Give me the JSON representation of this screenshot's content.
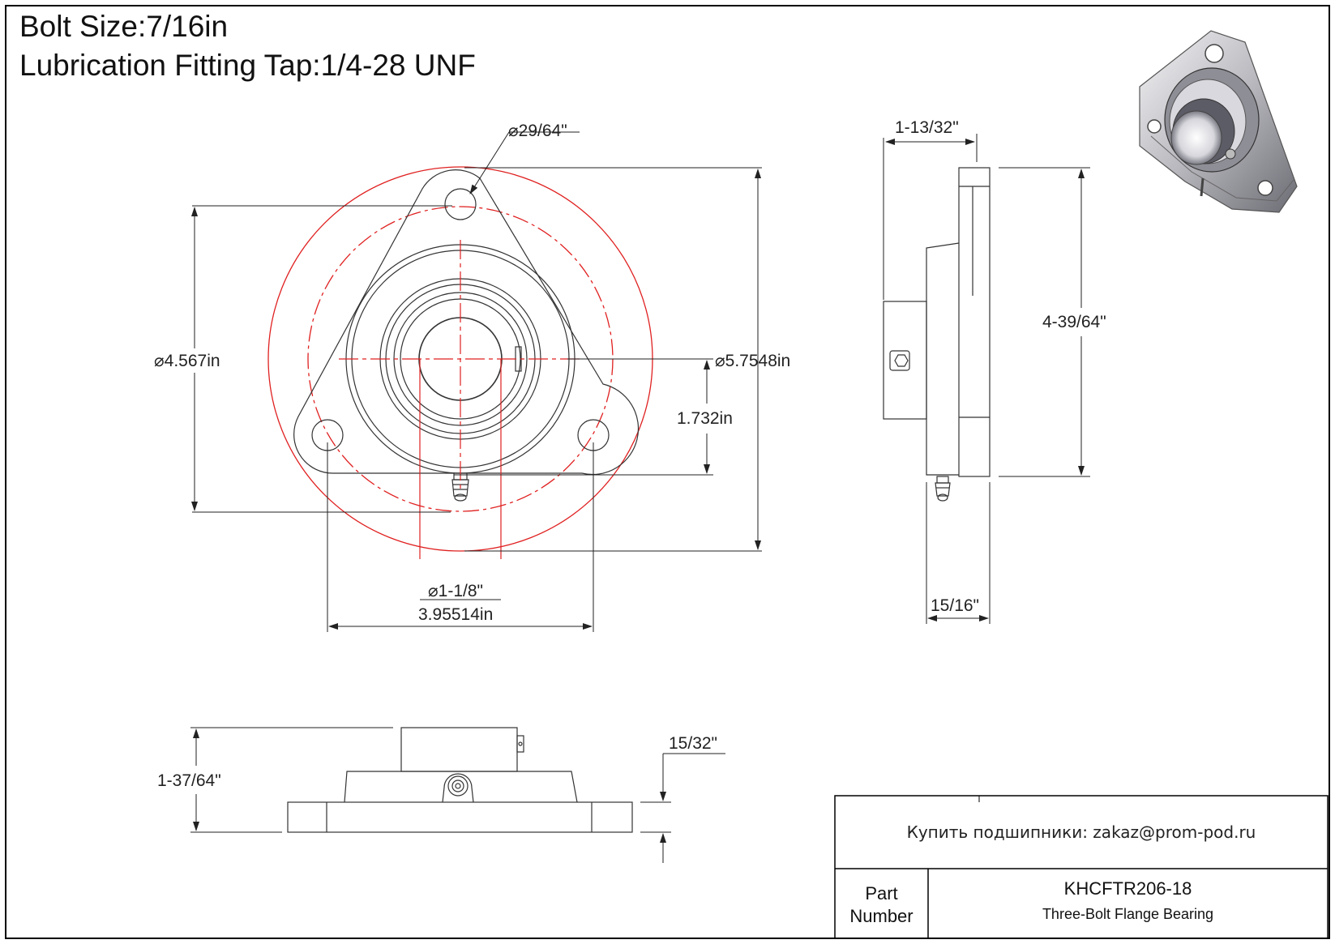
{
  "header": {
    "bolt_size": "Bolt Size:7/16in",
    "lube_tap": "Lubrication Fitting Tap:1/4-28 UNF"
  },
  "front_view": {
    "bolt_hole_dia": "29/64\"",
    "bolt_circle_dia": "4.567in",
    "outer_dia": "5.7548in",
    "center_height": "1.732in",
    "bore_dia": "1-1/8\"",
    "hole_spacing": "3.95514in"
  },
  "side_view": {
    "depth": "1-13/32\"",
    "height": "4-39/64\"",
    "flange_depth": "15/16\""
  },
  "bottom_view": {
    "height": "1-37/64\"",
    "flange_thickness": "15/32\""
  },
  "diameter_symbol": "⌀",
  "title_block": {
    "contact": "Купить подшипники: zakaz@prom-pod.ru",
    "part_label_1": "Part",
    "part_label_2": "Number",
    "part_number": "KHCFTR206-18",
    "description": "Three-Bolt Flange Bearing"
  },
  "colors": {
    "lines": "#333333",
    "centerlines": "#e02020",
    "frame": "#000000"
  }
}
